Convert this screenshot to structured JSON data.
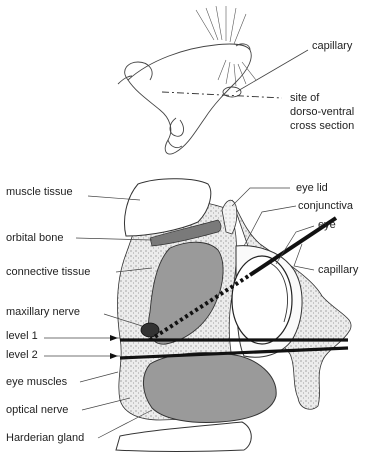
{
  "top_labels": {
    "capillary": "capillary",
    "cross_section": [
      "site of",
      "dorso-ventral",
      "cross section"
    ]
  },
  "left_labels": [
    "muscle tissue",
    "orbital bone",
    "connective tissue",
    "maxillary nerve",
    "level 1",
    "level 2",
    "eye muscles",
    "optical nerve",
    "Harderian gland"
  ],
  "right_labels": [
    "eye lid",
    "conjunctiva",
    "eye",
    "capillary"
  ],
  "colors": {
    "tissue_gray": "#9a9a9a",
    "stipple_fill": "#e4e4e4",
    "line": "#1a1a1a"
  }
}
